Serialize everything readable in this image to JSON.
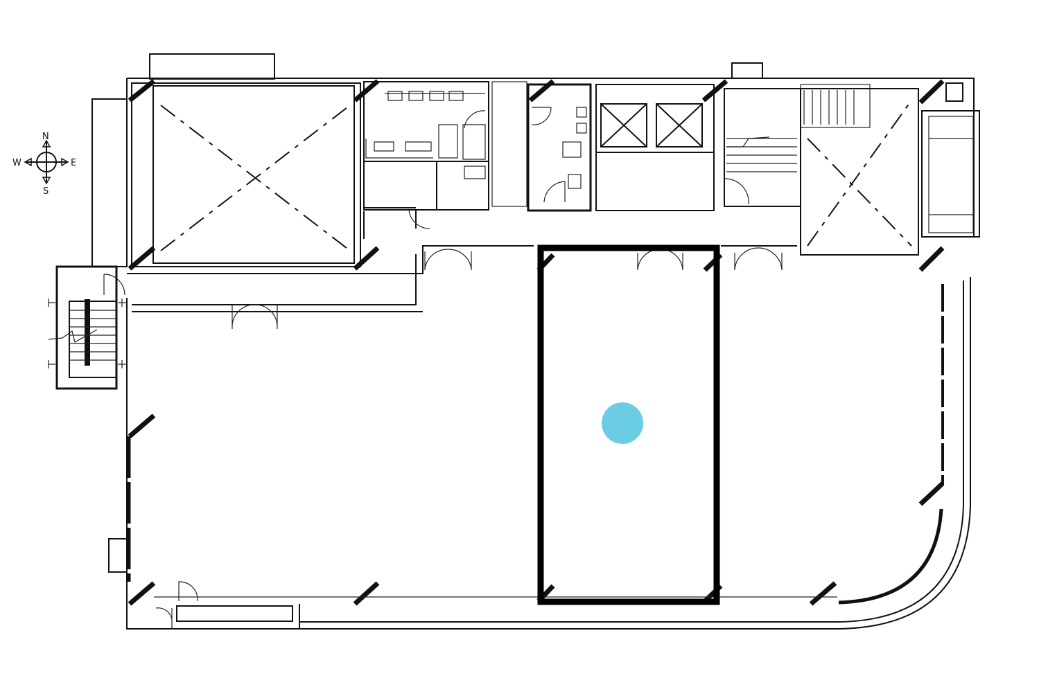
{
  "compass": {
    "north": "N",
    "south": "S",
    "east": "E",
    "west": "W"
  },
  "highlight": {
    "marker_color": "#6acde4",
    "outline_color": "#000000"
  }
}
